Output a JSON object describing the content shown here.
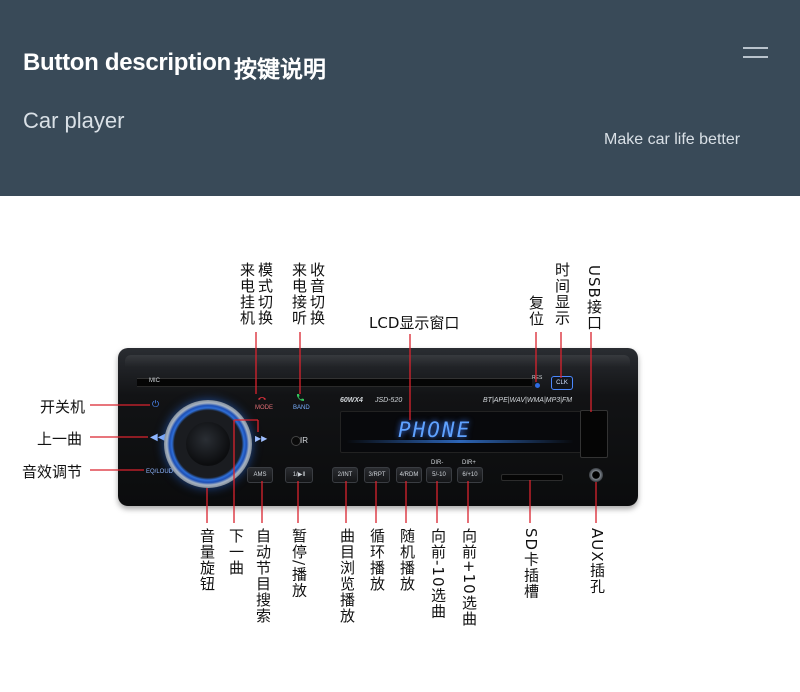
{
  "header": {
    "title_en": "Button description",
    "title_cn": "按键说明",
    "subtitle": "Car player",
    "tagline": "Make car life better",
    "menu_icon": "hamburger-menu-icon",
    "background_color": "#394a58"
  },
  "device": {
    "mic_label": "MIC",
    "power_wattage": "60WX4",
    "model": "JSD-520",
    "formats": "BT|APE|WAV|WMA|MP3|FM",
    "lcd_text": "PHONE",
    "lcd_color": "#5fa2ff",
    "res_label": "RES",
    "clk_label": "CLK",
    "mode_label": "MODE",
    "band_label": "BAND",
    "ir_label": "IR",
    "eq_label": "EQ/LOUD",
    "ams_label": "AMS",
    "btn1_label": "1/▶Ⅱ",
    "btn2_label": "2/INT",
    "btn3_label": "3/RPT",
    "btn4_label": "4/RDM",
    "dir_minus_label": "DIR-",
    "btn5_label": "5/-10",
    "dir_plus_label": "DIR+",
    "btn6_label": "6/+10"
  },
  "labels": {
    "power": "开关机",
    "prev": "上一曲",
    "volume_adjust": "音效调节",
    "mode": "模式切换",
    "hangup": "来电挂机",
    "radio": "收音切换",
    "answer": "来电接听",
    "lcd": "LCD显示窗口",
    "reset": "复位",
    "time": "时间显示",
    "usb": "USB接口",
    "knob": "音量旋钮",
    "next": "下一曲",
    "auto_search": "自动节目搜索",
    "pause": "暂停/播放",
    "browse": "曲目浏览播放",
    "repeat": "循环播放",
    "random": "随机播放",
    "back10": "向前-10选曲",
    "fwd10": "向前+10选曲",
    "sd": "SD卡插槽",
    "aux": "AUX插孔"
  },
  "leader_color": "#d9232e"
}
